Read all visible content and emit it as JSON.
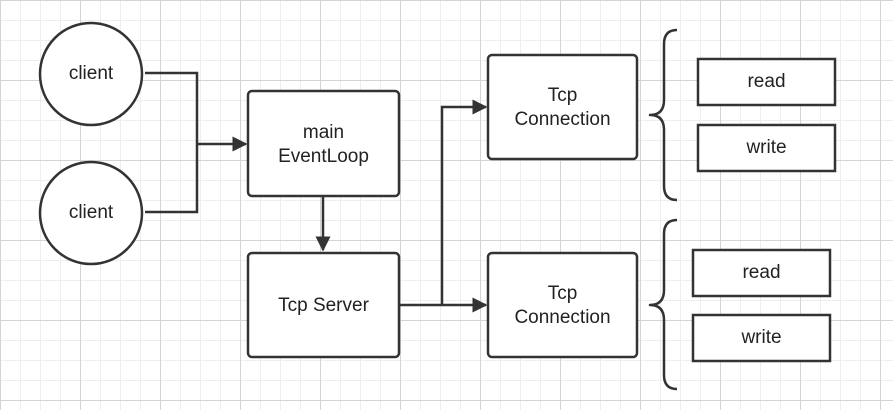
{
  "nodes": {
    "client_1": "client",
    "client_2": "client",
    "main_eventloop": [
      "main",
      "EventLoop"
    ],
    "tcp_server": "Tcp Server",
    "tcp_connection_1": [
      "Tcp",
      "Connection"
    ],
    "tcp_connection_2": [
      "Tcp",
      "Connection"
    ],
    "read_1": "read",
    "write_1": "write",
    "read_2": "read",
    "write_2": "write"
  },
  "colors": {
    "stroke": "#333333",
    "fill": "#ffffff",
    "text": "#222222",
    "grid_major": "#d4d4d4",
    "grid_minor": "#eeeeee"
  }
}
